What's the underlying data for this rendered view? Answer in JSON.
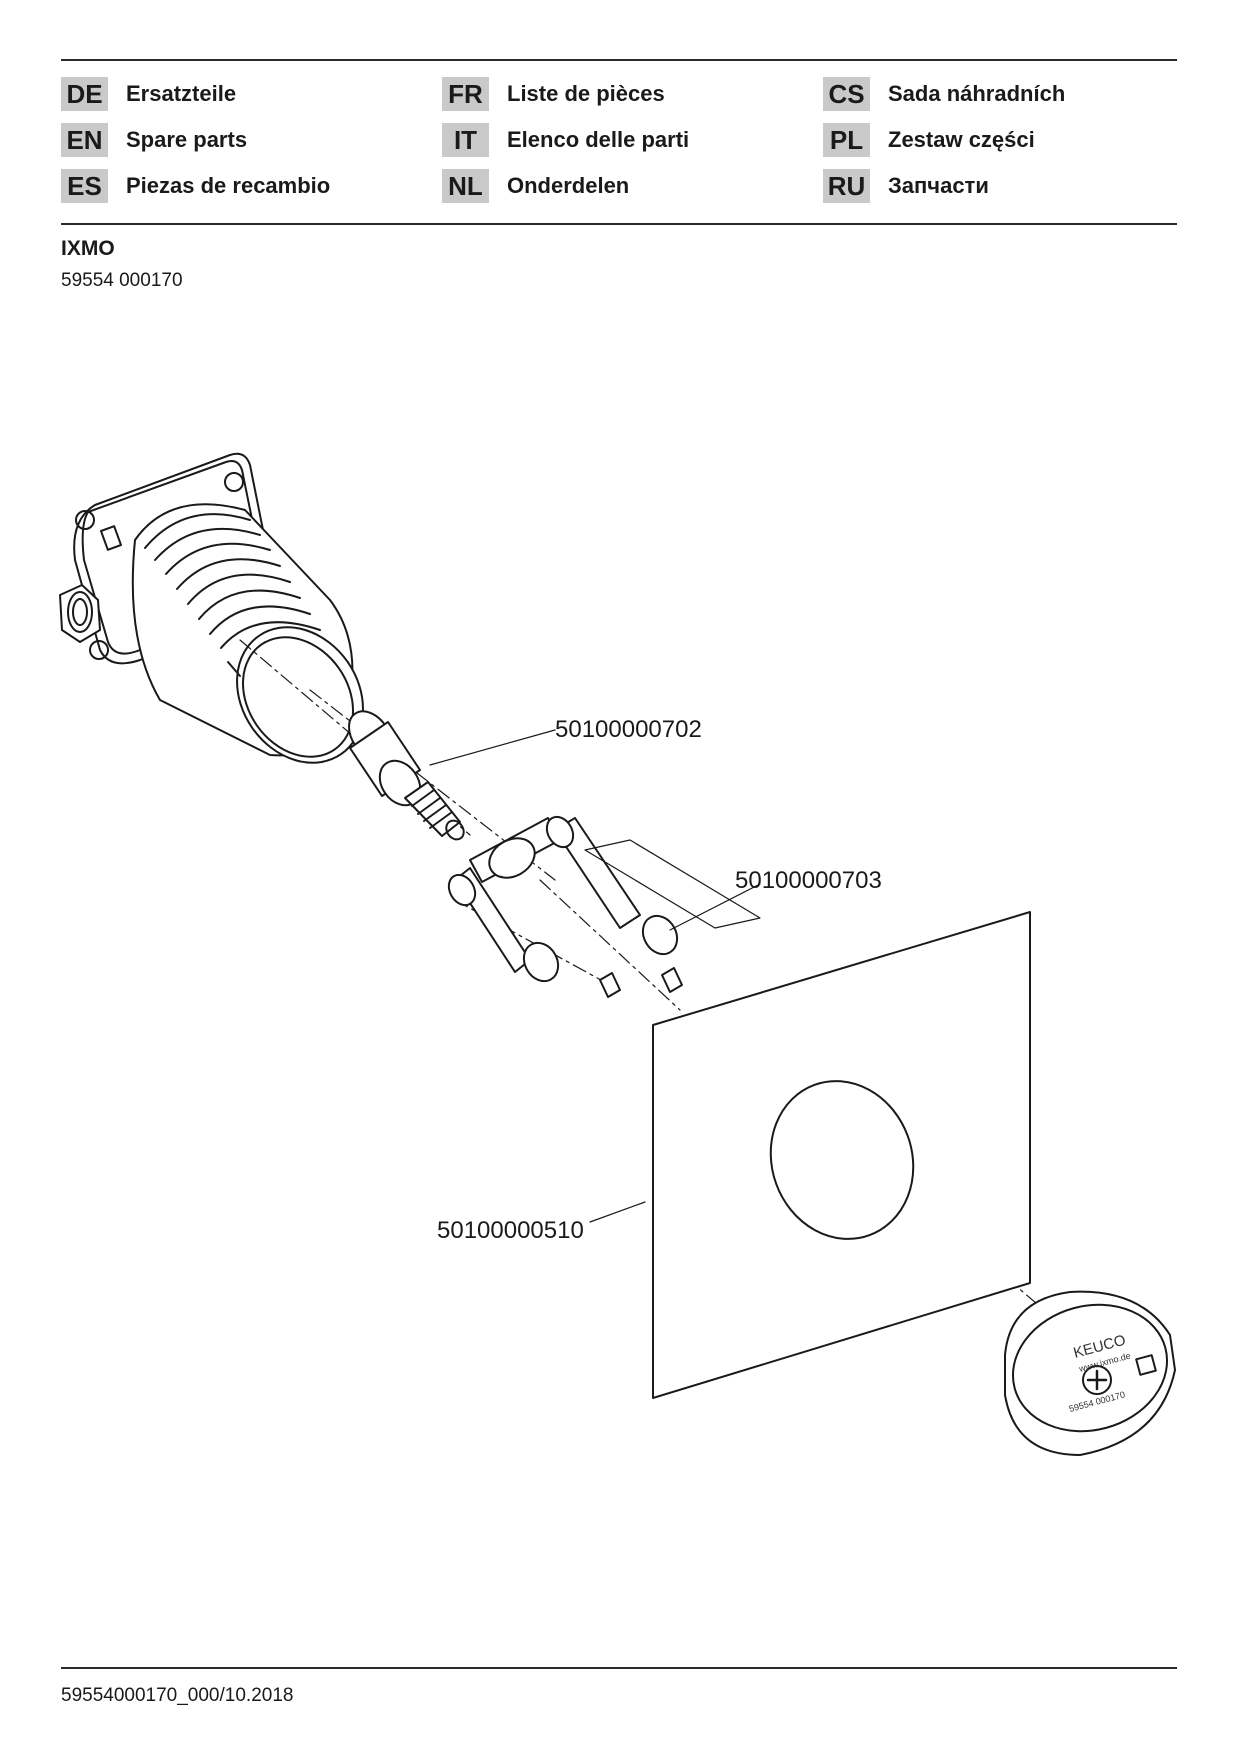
{
  "languages": [
    [
      {
        "code": "DE",
        "label": "Ersatzteile"
      },
      {
        "code": "FR",
        "label": "Liste de pièces"
      },
      {
        "code": "CS",
        "label": "Sada náhradních"
      }
    ],
    [
      {
        "code": "EN",
        "label": "Spare parts"
      },
      {
        "code": "IT",
        "label": "Elenco delle parti"
      },
      {
        "code": "PL",
        "label": "Zestaw części"
      }
    ],
    [
      {
        "code": "ES",
        "label": "Piezas de recambio"
      },
      {
        "code": "NL",
        "label": "Onderdelen"
      },
      {
        "code": "RU",
        "label": "Запчасти"
      }
    ]
  ],
  "product": {
    "title": "IXMO",
    "number": "59554 000170"
  },
  "parts": {
    "cartridge": "50100000702",
    "extension_set": "50100000703",
    "cover_plate": "50100000510"
  },
  "protective_cap": {
    "brand": "KEUCO",
    "website": "www.ixmo.de",
    "number": "59554 000170"
  },
  "footer": {
    "document_code": "59554000170_000/10.2018"
  },
  "colors": {
    "code_background": "#c9c9c9",
    "line": "#1a1a1a"
  }
}
